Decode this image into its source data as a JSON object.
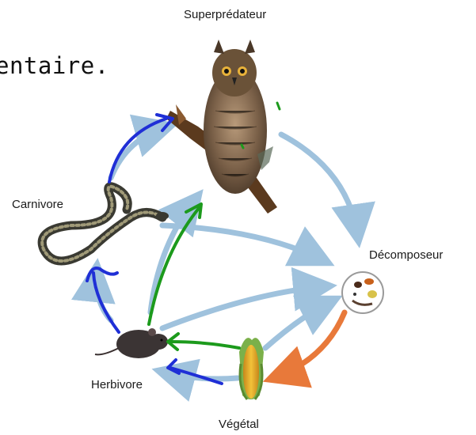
{
  "heading_fragment": "entaire.",
  "nodes": {
    "apex_predator": "Superprédateur",
    "carnivore": "Carnivore",
    "decomposer": "Décomposeur",
    "herbivore": "Herbivore",
    "plant": "Végétal"
  },
  "colors": {
    "flow_arrow": "#8fb8d8",
    "return_arrow": "#e8793a",
    "annotation_blue": "#1f2fd6",
    "annotation_green": "#1c9a1c"
  },
  "icons": [
    "owl-icon",
    "snake-icon",
    "mouse-icon",
    "corn-icon",
    "decomposer-icon",
    "branch-icon"
  ]
}
